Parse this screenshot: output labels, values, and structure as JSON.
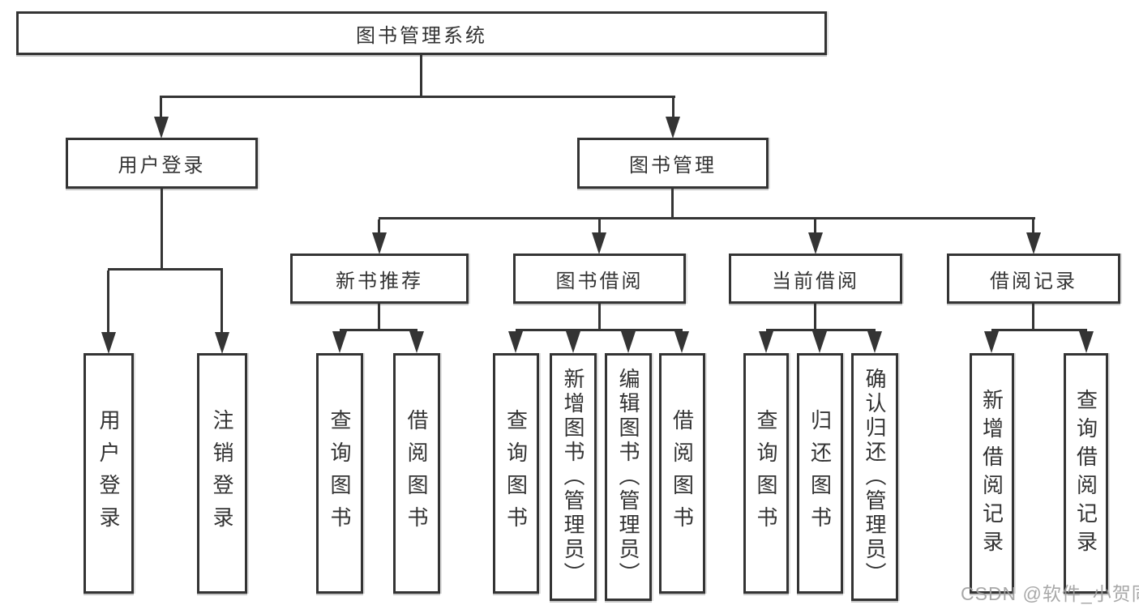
{
  "diagram": {
    "root": {
      "label": "图书管理系统"
    },
    "branches": {
      "user_login": {
        "label": "用户登录",
        "children": {
          "login": {
            "label": "用户登录"
          },
          "logout": {
            "label": "注销登录"
          }
        }
      },
      "book_mgmt": {
        "label": "图书管理",
        "children": {
          "new_books": {
            "label": "新书推荐",
            "children": {
              "query": {
                "label": "查询图书"
              },
              "borrow": {
                "label": "借阅图书"
              }
            }
          },
          "borrowing": {
            "label": "图书借阅",
            "children": {
              "query": {
                "label": "查询图书"
              },
              "add": {
                "label": "新增图书（管理员）"
              },
              "edit": {
                "label": "编辑图书（管理员）"
              },
              "borrow": {
                "label": "借阅图书"
              }
            }
          },
          "current": {
            "label": "当前借阅",
            "children": {
              "query": {
                "label": "查询图书"
              },
              "return": {
                "label": "归还图书"
              },
              "confirm": {
                "label": "确认归还（管理员）"
              }
            }
          },
          "records": {
            "label": "借阅记录",
            "children": {
              "add": {
                "label": "新增借阅记录"
              },
              "query": {
                "label": "查询借阅记录"
              }
            }
          }
        }
      }
    },
    "colors": {
      "line": "#343434",
      "text": "#333333",
      "background": "#ffffff",
      "watermark": "#9e9e9e"
    }
  },
  "watermark": {
    "text": "CSDN @软件_小贺同学"
  }
}
